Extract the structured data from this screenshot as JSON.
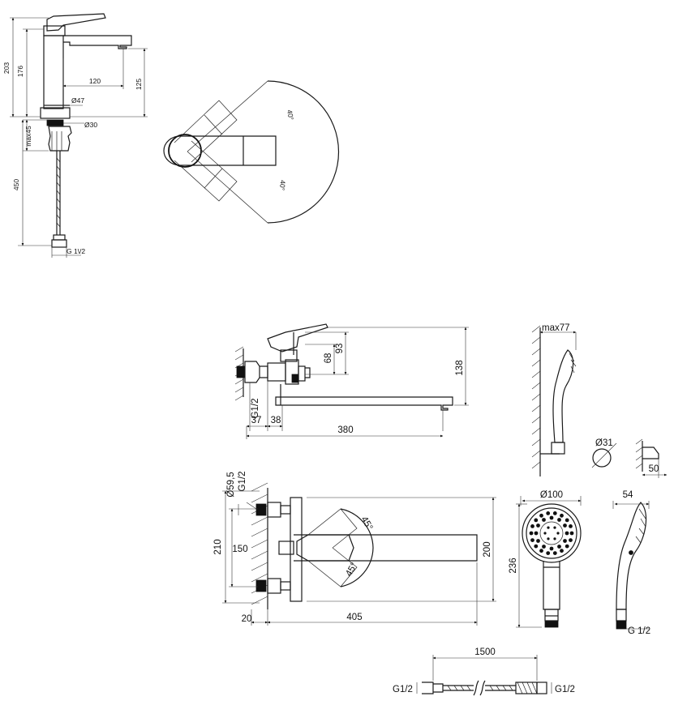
{
  "colors": {
    "line": "#1a1a1a",
    "background": "#ffffff"
  },
  "basin": {
    "dim_203": "203",
    "dim_176": "176",
    "dim_120": "120",
    "dim_125": "125",
    "dim_d47": "Ø47",
    "dim_d30": "Ø30",
    "dim_max45": "max45",
    "dim_450": "450",
    "dim_g12": "G 1\\/2"
  },
  "rotation_top": {
    "angle_up": "40°",
    "angle_down": "40°"
  },
  "bath_side": {
    "dim_93": "93",
    "dim_68": "68",
    "dim_138": "138",
    "dim_g12": "G1/2",
    "dim_37": "37",
    "dim_38": "38",
    "dim_380": "380"
  },
  "bath_top": {
    "dim_d59": "Ø59,5",
    "dim_g12": "G1/2",
    "dim_210": "210",
    "dim_150": "150",
    "dim_200": "200",
    "dim_20": "20",
    "dim_405": "405",
    "angle_up": "45°",
    "angle_down": "45°"
  },
  "holder": {
    "dim_max77": "max77",
    "dim_d31": "Ø31",
    "dim_50": "50"
  },
  "shower_head": {
    "dim_d100": "Ø100",
    "dim_236": "236",
    "dim_54": "54",
    "dim_g12": "G 1/2"
  },
  "hose": {
    "dim_1500": "1500",
    "dim_g12_left": "G1/2",
    "dim_g12_right": "G1/2"
  }
}
